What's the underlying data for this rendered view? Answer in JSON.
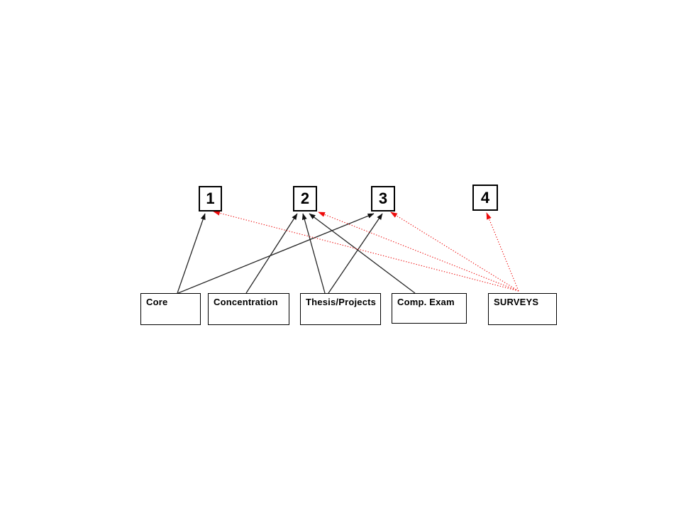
{
  "diagram": {
    "background_color": "#ffffff",
    "solid_edge_color": "#262626",
    "dotted_edge_color": "#ee0b0b",
    "top_nodes": [
      {
        "id": "1",
        "label": "1"
      },
      {
        "id": "2",
        "label": "2"
      },
      {
        "id": "3",
        "label": "3"
      },
      {
        "id": "4",
        "label": "4"
      }
    ],
    "bottom_nodes": [
      {
        "id": "core",
        "label": "Core"
      },
      {
        "id": "concentration",
        "label": "Concentration"
      },
      {
        "id": "thesis-projects",
        "label": "Thesis/Projects"
      },
      {
        "id": "comp-exam",
        "label": "Comp. Exam"
      },
      {
        "id": "surveys",
        "label": "SURVEYS"
      }
    ],
    "edges": [
      {
        "from": "Core",
        "to": "1",
        "style": "solid"
      },
      {
        "from": "Core",
        "to": "3",
        "style": "solid"
      },
      {
        "from": "Concentration",
        "to": "2",
        "style": "solid"
      },
      {
        "from": "Thesis/Projects",
        "to": "2",
        "style": "solid"
      },
      {
        "from": "Thesis/Projects",
        "to": "3",
        "style": "solid"
      },
      {
        "from": "Comp. Exam",
        "to": "2",
        "style": "solid"
      },
      {
        "from": "SURVEYS",
        "to": "1",
        "style": "dotted-red"
      },
      {
        "from": "SURVEYS",
        "to": "2",
        "style": "dotted-red"
      },
      {
        "from": "SURVEYS",
        "to": "3",
        "style": "dotted-red"
      },
      {
        "from": "SURVEYS",
        "to": "4",
        "style": "dotted-red"
      }
    ]
  }
}
